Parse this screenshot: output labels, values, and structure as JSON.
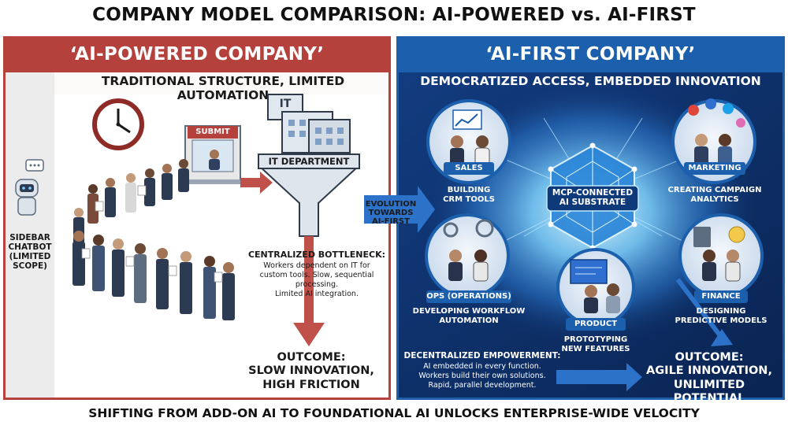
{
  "title": "COMPANY MODEL COMPARISON: AI-POWERED vs. AI-FIRST",
  "left": {
    "banner": "‘AI-POWERED COMPANY’",
    "subtitle": "TRADITIONAL STRUCTURE, LIMITED AUTOMATION",
    "sidebar_label": [
      "SIDEBAR",
      "CHATBOT",
      "(LIMITED",
      "SCOPE)"
    ],
    "submit_sign": "SUBMIT",
    "it_label": "IT",
    "it_department": "IT DEPARTMENT",
    "bottleneck_title": "CENTRALIZED BOTTLENECK:",
    "bottleneck_body": [
      "Workers dependent on IT for",
      "custom tools. Slow, sequential",
      "processing.",
      "Limited AI integration."
    ],
    "outcome_title": "OUTCOME:",
    "outcome_lines": [
      "SLOW INNOVATION,",
      "HIGH FRICTION"
    ],
    "colors": {
      "accent": "#b5413c"
    }
  },
  "center": {
    "evolution_lines": [
      "EVOLUTION",
      "TOWARDS",
      "AI-FIRST"
    ]
  },
  "right": {
    "banner": "‘AI-FIRST COMPANY’",
    "subtitle": "DEMOCRATIZED ACCESS, EMBEDDED INNOVATION",
    "hub_lines": [
      "MCP-CONNECTED",
      "AI SUBSTRATE"
    ],
    "nodes": {
      "sales": {
        "label": "SALES",
        "caption": [
          "BUILDING",
          "CRM TOOLS"
        ]
      },
      "marketing": {
        "label": "MARKETING",
        "caption": [
          "CREATING CAMPAIGN",
          "ANALYTICS"
        ]
      },
      "ops": {
        "label": "OPS (OPERATIONS)",
        "caption": [
          "DEVELOPING WORKFLOW",
          "AUTOMATION"
        ]
      },
      "product": {
        "label": "PRODUCT",
        "caption": [
          "PROTOTYPING",
          "NEW FEATURES"
        ]
      },
      "finance": {
        "label": "FINANCE",
        "caption": [
          "DESIGNING",
          "PREDICTIVE MODELS"
        ]
      }
    },
    "decentral_title": "DECENTRALIZED EMPOWERMENT:",
    "decentral_body": [
      "AI embedded in every function.",
      "Workers build their own solutions.",
      "Rapid, parallel development."
    ],
    "outcome_title": "OUTCOME:",
    "outcome_lines": [
      "AGILE INNOVATION,",
      "UNLIMITED POTENTIAL"
    ],
    "colors": {
      "accent": "#1b5fad",
      "glow": "#7fd3ff"
    }
  },
  "caption": "SHIFTING FROM ADD-ON AI TO FOUNDATIONAL AI UNLOCKS ENTERPRISE-WIDE VELOCITY"
}
